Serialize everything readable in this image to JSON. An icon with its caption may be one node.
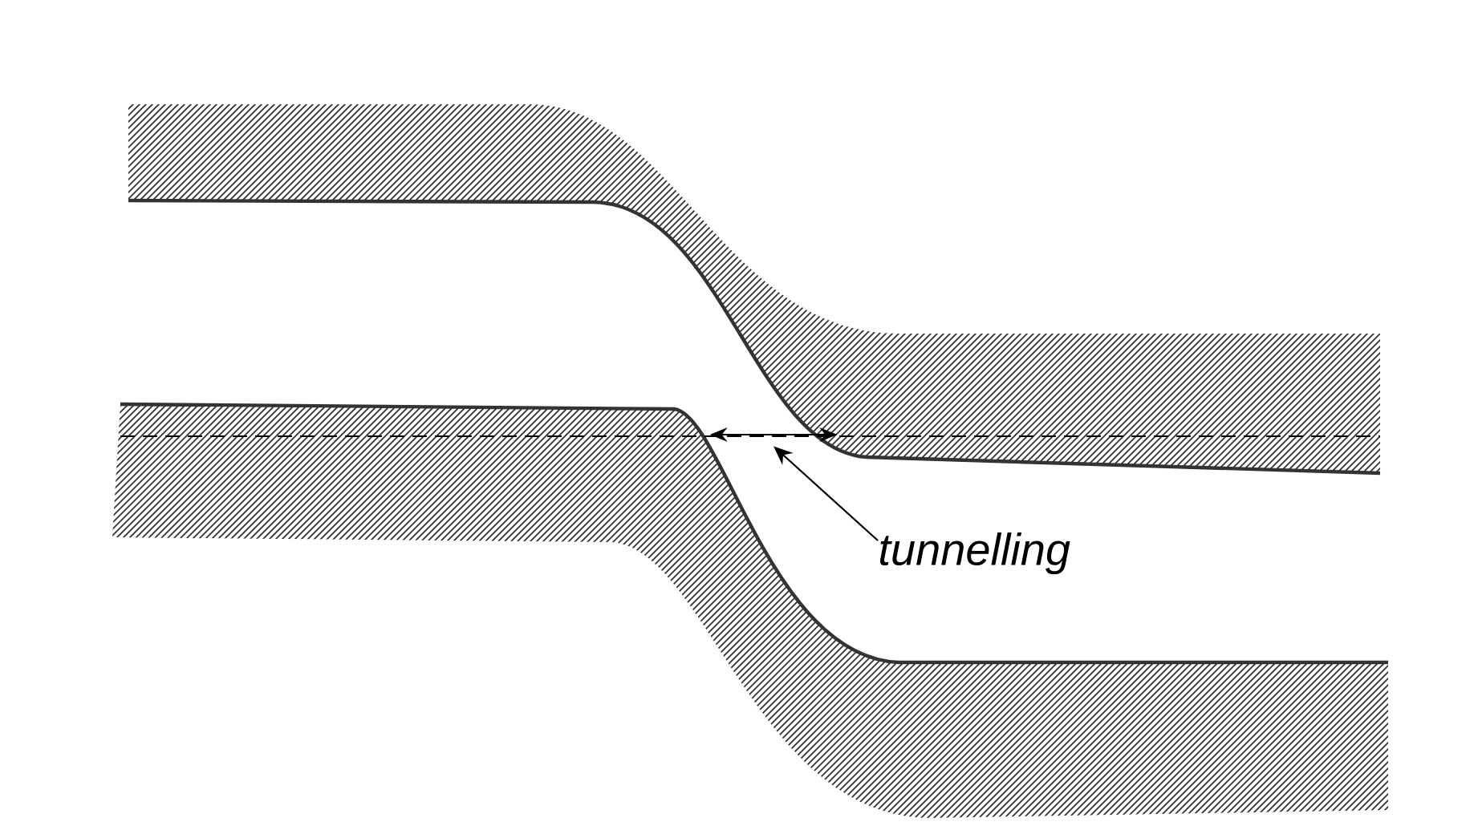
{
  "diagram": {
    "nodes": [
      {
        "text": [
          "tunnelling"
        ]
      },
      {
        "text": [],
        "shape": "arrow"
      }
    ],
    "edges": [
      {
        "from": 0,
        "to": 1,
        "arrow": "to"
      }
    ]
  }
}
